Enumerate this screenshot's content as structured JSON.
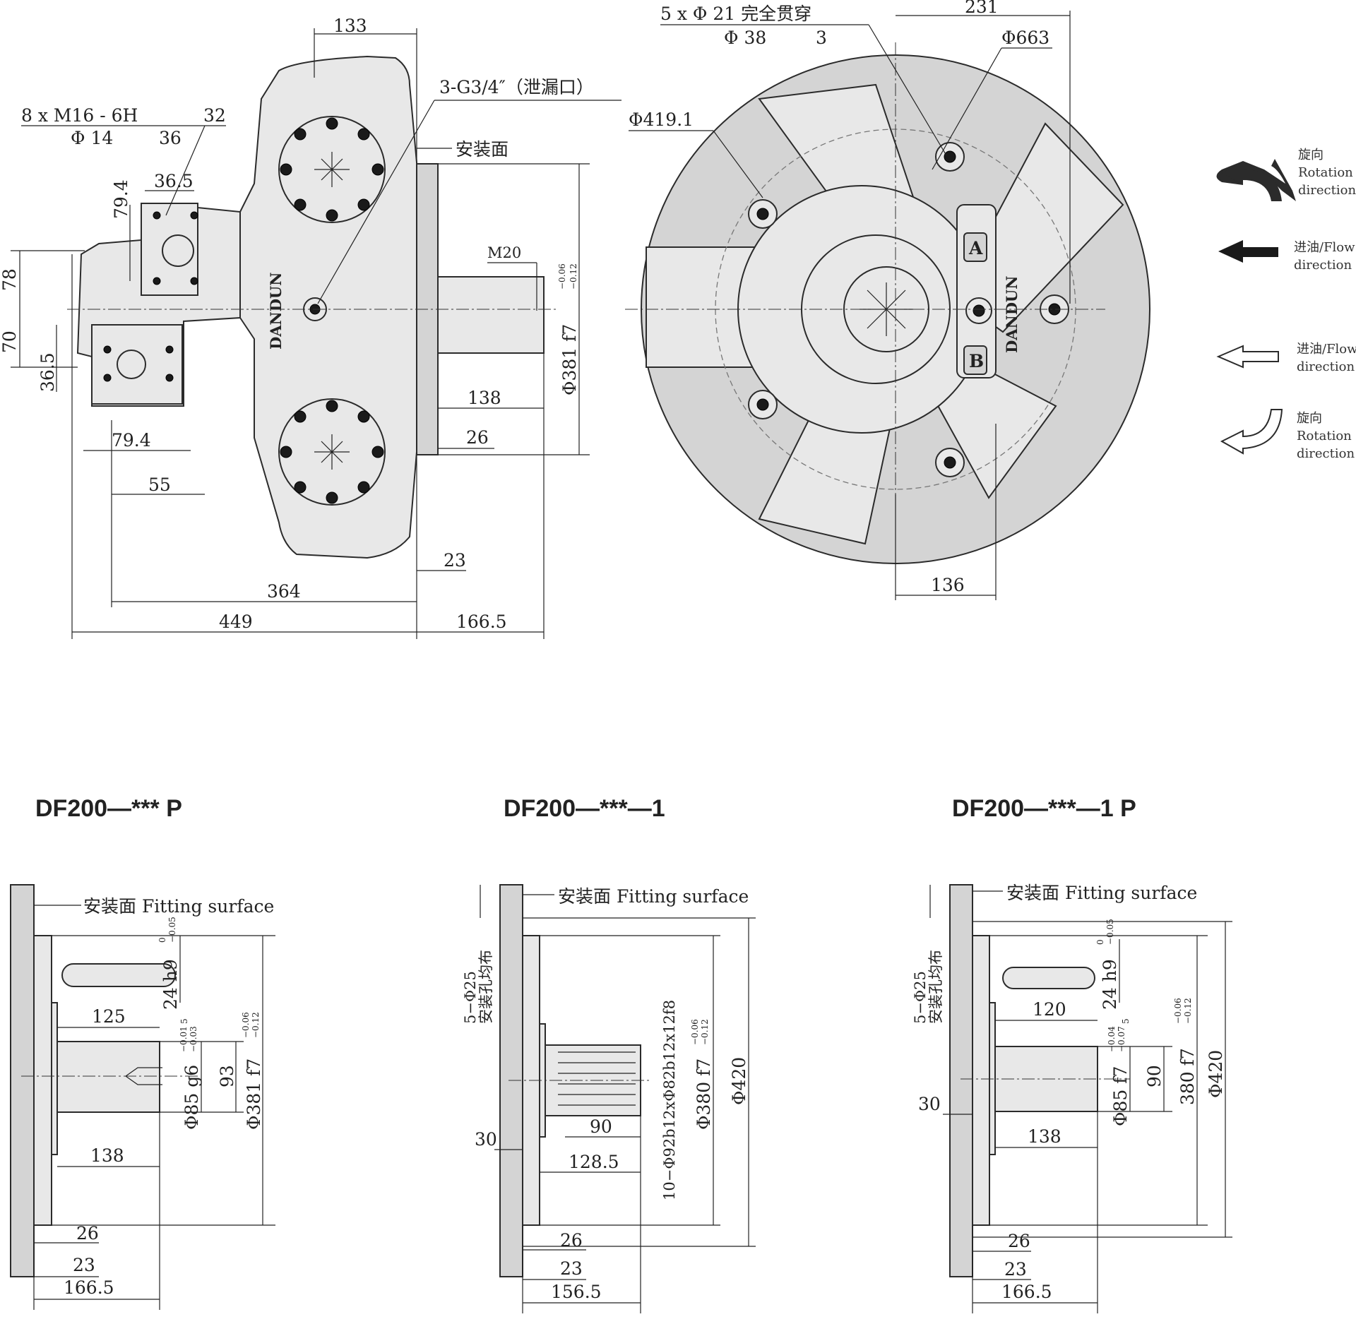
{
  "front_view": {
    "dims": {
      "d133": "133",
      "leak_port": "3-G3/4″（泄漏口）",
      "mount_face": "安装面",
      "thread1": "8 x  M16 - 6H",
      "thread_depth": "32",
      "thread2": "Φ 14",
      "thread2_depth": "36",
      "d36_5a": "36.5",
      "d79_4a": "79.4",
      "d78": "78",
      "d70": "70",
      "d36_5b": "36.5",
      "d79_4b": "79.4",
      "d55": "55",
      "m20": "M20",
      "phi381": "Φ381 f7",
      "tol_hi": "−0.06",
      "tol_lo": "−0.12",
      "d138": "138",
      "d26": "26",
      "d23": "23",
      "d364": "364",
      "d449": "449",
      "d166_5": "166.5",
      "brand": "DANDUN"
    }
  },
  "side_view": {
    "dims": {
      "holes1": "5 x  Φ  21  完全贯穿",
      "holes2": "Φ  38",
      "holes2_depth": "3",
      "d231": "231",
      "phi663": "Φ663",
      "phi419": "Φ419.1",
      "d136": "136",
      "port_a": "A",
      "port_b": "B",
      "brand": "DANDUN"
    }
  },
  "legend": [
    {
      "zh": "旋向",
      "en1": "Rotation",
      "en2": "direction",
      "icon": "rotation-arrow-filled-icon"
    },
    {
      "zh": "进油/Flow",
      "en1": "direction",
      "en2": "",
      "icon": "flow-arrow-filled-icon"
    },
    {
      "zh": "进油/Flow",
      "en1": "direction",
      "en2": "",
      "icon": "flow-arrow-outline-icon"
    },
    {
      "zh": "旋向",
      "en1": "Rotation",
      "en2": "direction",
      "icon": "rotation-arrow-outline-icon"
    }
  ],
  "variants": [
    {
      "model": "DF200—*** P",
      "fitting": "安装面 Fitting surface",
      "d125": "125",
      "key": "24 h9",
      "key_tol_hi": "0",
      "key_tol_lo": "−0.05",
      "d5": "5",
      "shaft": "Φ85 g6",
      "shaft_tol_hi": "−0.01",
      "shaft_tol_lo": "−0.03",
      "d93": "93",
      "pilot": "Φ381 f7",
      "pilot_tol_hi": "−0.06",
      "pilot_tol_lo": "−0.12",
      "d138": "138",
      "d26": "26",
      "d23": "23",
      "d166_5": "166.5"
    },
    {
      "model": "DF200—***—1",
      "fitting": "安装面 Fitting surface",
      "holes": "5−Φ25",
      "holes_note": "安装孔均布",
      "d30": "30",
      "d90": "90",
      "d128_5": "128.5",
      "spline": "10−Φ92b12xΦ82b12x12f8",
      "pilot": "Φ380 f7",
      "pilot_tol_hi": "−0.06",
      "pilot_tol_lo": "−0.12",
      "phi420": "Φ420",
      "d26": "26",
      "d23": "23",
      "d156_5": "156.5"
    },
    {
      "model": "DF200—***—1 P",
      "fitting": "安装面 Fitting surface",
      "holes": "5−Φ25",
      "holes_note": "安装孔均布",
      "d120": "120",
      "key": "24 h9",
      "key_tol_hi": "0",
      "key_tol_lo": "−0.05",
      "d5": "5",
      "d30": "30",
      "shaft": "Φ85 f7",
      "shaft_tol_hi": "−0.04",
      "shaft_tol_lo": "−0.07",
      "d90": "90",
      "pilot": "380 f7",
      "pilot_tol_hi": "−0.06",
      "pilot_tol_lo": "−0.12",
      "phi420": "Φ420",
      "d138": "138",
      "d26": "26",
      "d23": "23",
      "d166_5": "166.5"
    }
  ]
}
